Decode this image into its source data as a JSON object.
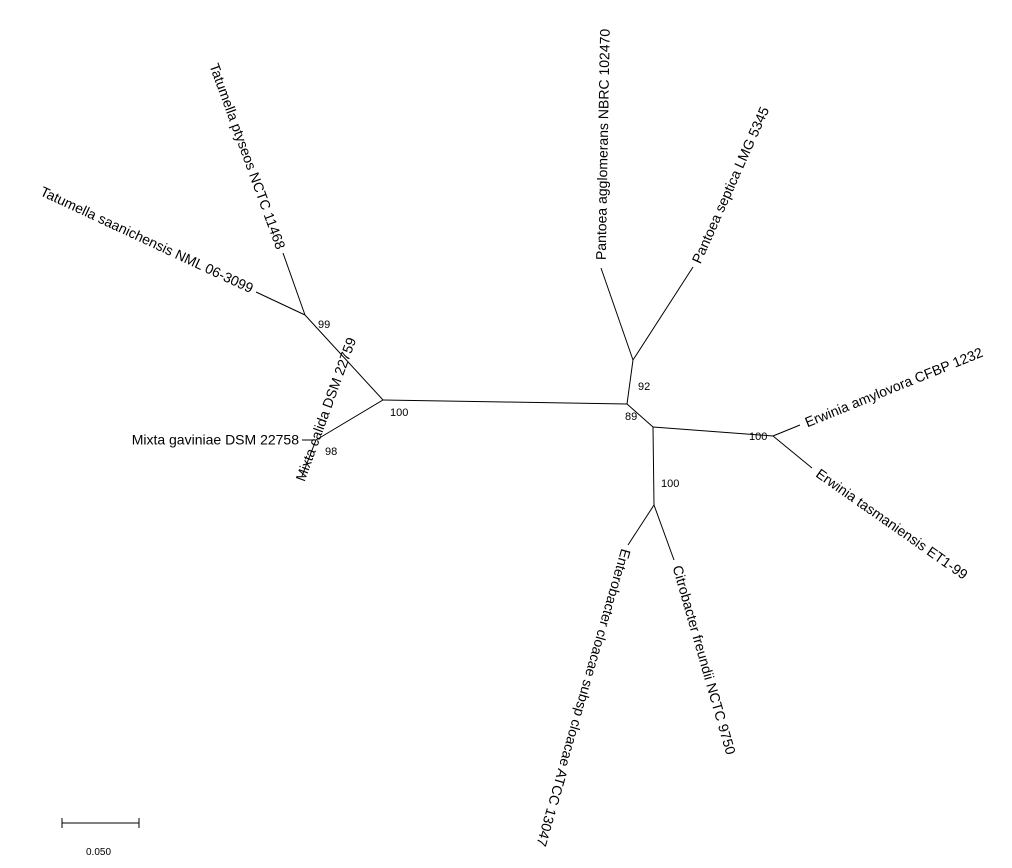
{
  "tree": {
    "taxa": {
      "tatumella_ptyseos": "Tatumella ptyseos NCTC 11468",
      "tatumella_saanichensis": "Tatumella saanichensis NML 06-3099",
      "mixta_gaviniae": "Mixta gaviniae DSM 22758",
      "mixta_calida": "Mixta calida DSM 22759",
      "pantoea_agglomerans": "Pantoea agglomerans NBRC 102470",
      "pantoea_septica": "Pantoea septica LMG 5345",
      "erwinia_amylovora": "Erwinia amylovora CFBP 1232",
      "erwinia_tasmaniensis": "Erwinia tasmaniensis ET1-99",
      "enterobacter_cloacae": "Enterobacter cloacae subsp cloacae ATCC 13047",
      "citrobacter_freundii": "Citrobacter freundii NCTC 9750"
    },
    "bootstrap": {
      "tatumella_node": "99",
      "left_center_node": "100",
      "mixta_node": "98",
      "pantoea_node": "92",
      "right_center_node": "89",
      "erwinia_node": "100",
      "enterobacter_citrobacter_node": "100"
    },
    "scale_bar": {
      "label": "0.050"
    }
  }
}
